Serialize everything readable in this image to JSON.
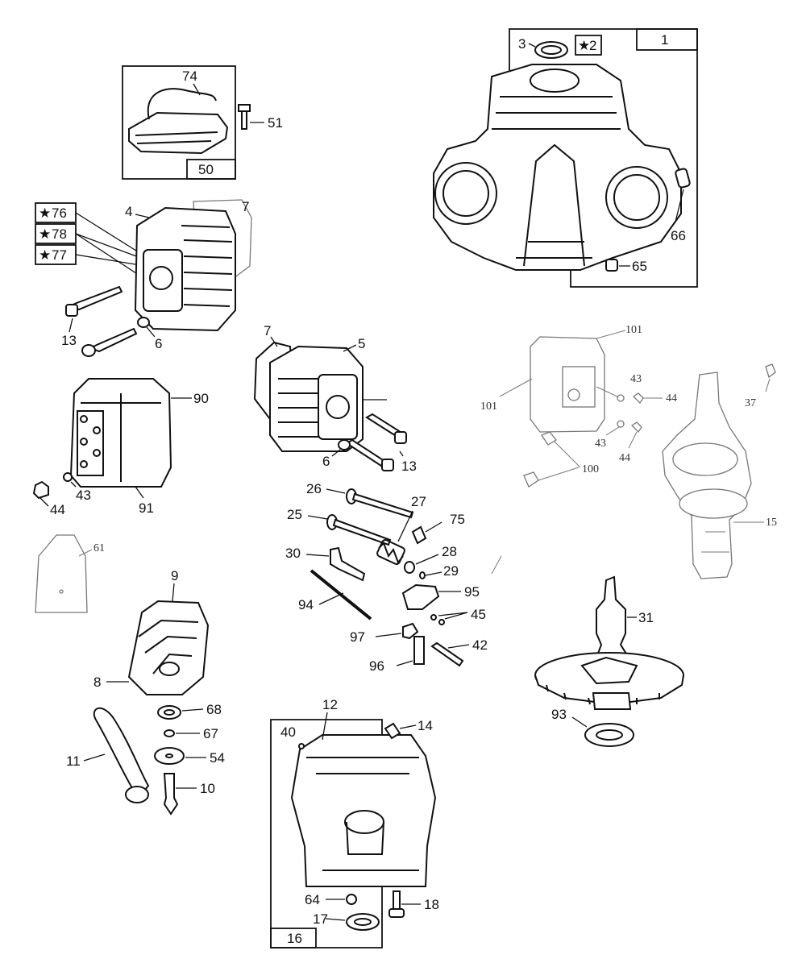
{
  "callouts": {
    "c1": "1",
    "c2": "2",
    "c3": "3",
    "c4": "4",
    "c5": "5",
    "c6a": "6",
    "c6b": "6",
    "c7a": "7",
    "c7b": "7",
    "c8": "8",
    "c9": "9",
    "c10": "10",
    "c11": "11",
    "c12": "12",
    "c13a": "13",
    "c13b": "13",
    "c14": "14",
    "c15": "15",
    "c16": "16",
    "c17": "17",
    "c18": "18",
    "c25": "25",
    "c26": "26",
    "c27": "27",
    "c28": "28",
    "c29": "29",
    "c30": "30",
    "c31": "31",
    "c37": "37",
    "c40": "40",
    "c42": "42",
    "c43a": "43",
    "c43b": "43",
    "c43c": "43",
    "c44a": "44",
    "c44b": "44",
    "c44c": "44",
    "c45": "45",
    "c50": "50",
    "c51": "51",
    "c54": "54",
    "c61": "61",
    "c64": "64",
    "c65": "65",
    "c66": "66",
    "c67": "67",
    "c68": "68",
    "c74": "74",
    "c75": "75",
    "c76": "76",
    "c77": "77",
    "c78": "78",
    "c90": "90",
    "c91": "91",
    "c93": "93",
    "c94": "94",
    "c95": "95",
    "c96": "96",
    "c97": "97",
    "c100": "100",
    "c101a": "101",
    "c101b": "101"
  },
  "marker_glyph": "★",
  "colors": {
    "ink": "#111111",
    "faint": "#777777",
    "paper": "#ffffff"
  }
}
